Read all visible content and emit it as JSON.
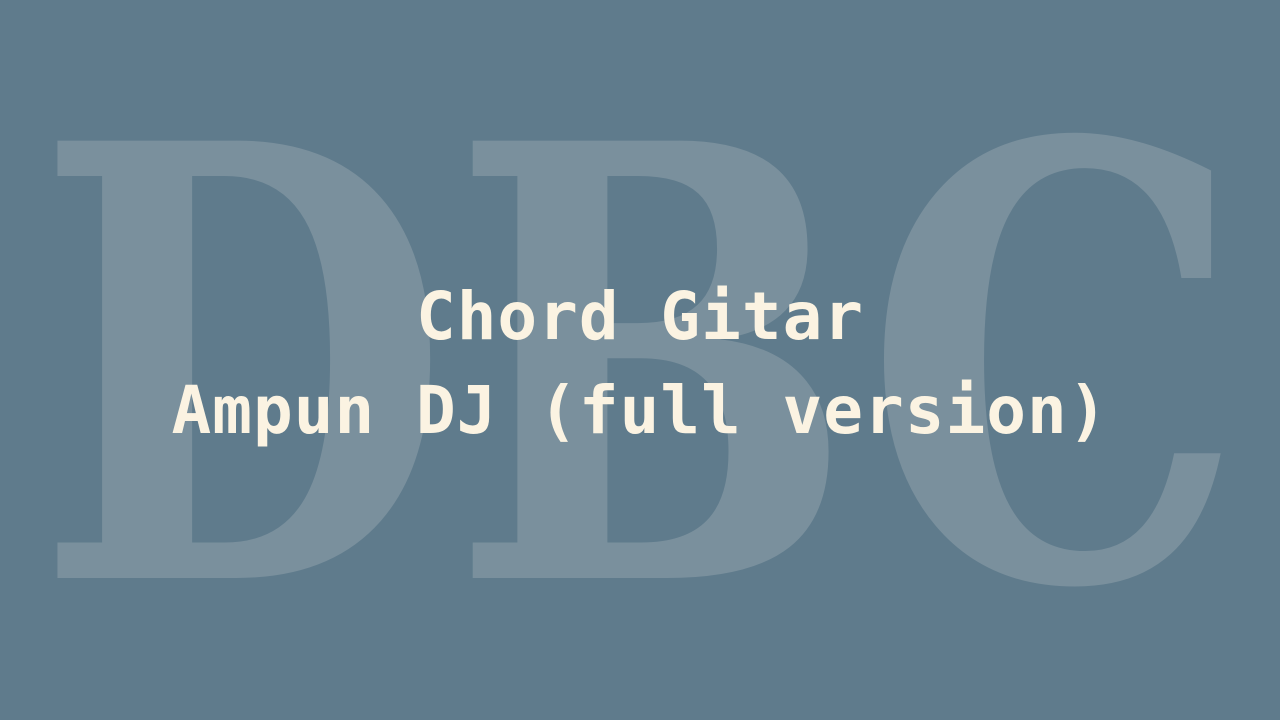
{
  "background": {
    "color": "#5f7b8c",
    "watermark_text": "DBC",
    "watermark_color": "#7a909d"
  },
  "title": {
    "line1": "Chord Gitar",
    "line2": "Ampun DJ (full version)",
    "color": "#fbf3e2"
  }
}
